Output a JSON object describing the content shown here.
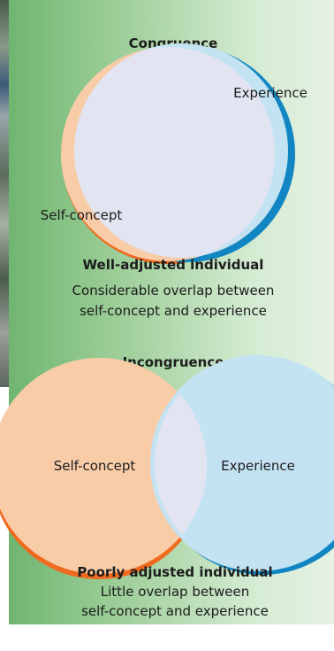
{
  "congruence": {
    "title": "Congruence",
    "left_circle_label": "Self-concept",
    "right_circle_label": "Experience",
    "caption_title": "Well-adjusted individual",
    "caption_line1": "Considerable overlap between",
    "caption_line2": "self-concept and experience"
  },
  "incongruence": {
    "title": "Incongruence",
    "left_circle_label": "Self-concept",
    "right_circle_label": "Experience",
    "caption_title": "Poorly adjusted individual",
    "caption_line1": "Little overlap between",
    "caption_line2": "self-concept and experience"
  },
  "colors": {
    "self_concept_fill": "#f9cca8",
    "self_concept_edge": "#ef6a1f",
    "experience_fill": "#c4e3f2",
    "experience_edge": "#1286c3",
    "overlap_fill": "#e2e4f2",
    "panel_gradient_start": "#6fb56f",
    "panel_gradient_end": "#e6f2e4"
  }
}
